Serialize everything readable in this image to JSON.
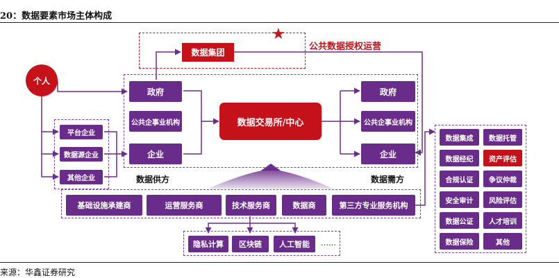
{
  "header": {
    "title": "20：数据要素市场主体构成"
  },
  "footer": {
    "source": "来源：华鑫证券研究"
  },
  "top": {
    "data_group": "数据集团",
    "public_auth": "公共数据授权运营"
  },
  "center": {
    "exchange": "数据交易所/中心"
  },
  "person": "个人",
  "supply": {
    "label": "数据供方",
    "items": [
      "政府",
      "公共企事业机构",
      "企业"
    ]
  },
  "demand": {
    "label": "数据需方",
    "items": [
      "政府",
      "公共企事业机构",
      "企业"
    ]
  },
  "enterprise_types": [
    "平台企业",
    "数据源企业",
    "其他企业"
  ],
  "service_providers": [
    "基础设施承建商",
    "运营服务商",
    "技术服务商",
    "数据商",
    "第三方专业服务机构"
  ],
  "tech": [
    "隐私计算",
    "区块链",
    "人工智能",
    "……"
  ],
  "third_party_services": [
    [
      "数据集成",
      "数据托管"
    ],
    [
      "数据经纪",
      "资产评估"
    ],
    [
      "合规认证",
      "争议仲裁"
    ],
    [
      "安全审计",
      "风险评估"
    ],
    [
      "数据公证",
      "人才培训"
    ],
    [
      "数据保险",
      "其他"
    ]
  ],
  "colors": {
    "purple": "#6a2c8a",
    "red": "#c5121a"
  }
}
